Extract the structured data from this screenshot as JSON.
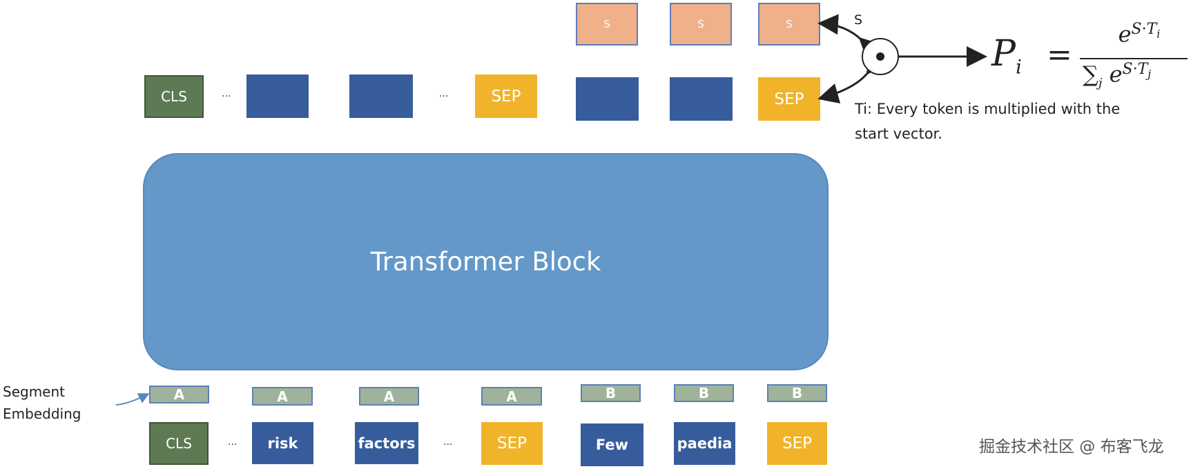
{
  "diagram": {
    "output_start_vectors": [
      "S",
      "S",
      "S"
    ],
    "s_arrow_label": "S",
    "output_tokens": {
      "cls": "CLS",
      "dots1": "...",
      "dots2": "...",
      "sep1": "SEP",
      "sep2": "SEP"
    },
    "transformer_label": "Transformer Block",
    "ti_note_line1": "Ti: Every token is multiplied with the",
    "ti_note_line2": "start vector.",
    "formula": {
      "lhs": "P",
      "lhs_sub": "i",
      "equals": "=",
      "num_base": "e",
      "num_exp": "S·T",
      "num_exp_sub": "i",
      "den_sum": "∑",
      "den_sum_sub": "j",
      "den_base": "e",
      "den_exp": "S·T",
      "den_exp_sub": "j"
    },
    "segment_label_line1": "Segment",
    "segment_label_line2": "Embedding",
    "segments": [
      "A",
      "A",
      "A",
      "A",
      "B",
      "B",
      "B"
    ],
    "input_tokens": {
      "cls": "CLS",
      "dots1": "...",
      "risk": "risk",
      "factors": "factors",
      "dots2": "...",
      "sep1": "SEP",
      "few": "Few",
      "paedia": "paedia",
      "sep2": "SEP"
    },
    "watermark": "掘金技术社区 @ 布客飞龙"
  },
  "colors": {
    "cls_green": "#5e7a55",
    "token_blue": "#375c9c",
    "sep_yellow": "#f0b32a",
    "start_orange": "#f0b08a",
    "segment_gray_green": "#9fb39a",
    "transformer_blue": "#6398c9"
  }
}
